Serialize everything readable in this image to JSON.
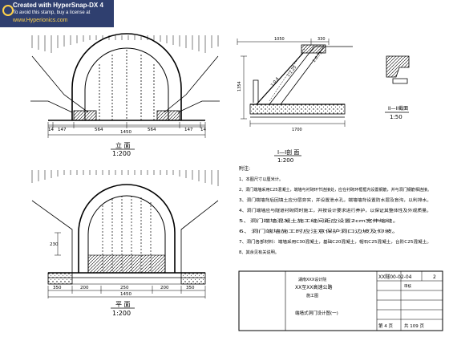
{
  "stamp": {
    "line1": "Created with HyperSnap-DX 4",
    "line2": "To avoid this stamp, buy a license at",
    "line3": "www.Hyperionics.com"
  },
  "elevation": {
    "title": "立 面",
    "scale": "1:200",
    "dims_bottom": [
      "14",
      "147",
      "564",
      "564",
      "147",
      "14"
    ],
    "dim_total": "1450"
  },
  "section": {
    "title": "I—I剖 面",
    "scale": "1:200",
    "dims_top": [
      "1050",
      "330"
    ],
    "dim_left": "1354",
    "dim_bottom": "1700",
    "slopes": [
      "1:0.75",
      "1:1.25",
      "1:0.4"
    ]
  },
  "detail": {
    "title": "II—II截面",
    "scale": "1:50"
  },
  "plan": {
    "title": "平 面",
    "scale": "1:200",
    "dims_bottom": [
      "350",
      "200",
      "250",
      "200",
      "350"
    ],
    "dim_total": "1450",
    "dim_left": "230"
  },
  "notes": {
    "heading": "附注:",
    "items": [
      "1、本图尺寸以厘米计。",
      "2、洞门端墙采用C25混凝土，端墙与衬砌环节连接处，应在衬砌环框框内设置钢筋，并与洞门钢筋相连接。",
      "3、洞门端墙背后回填土应分层夯实，并设置泄水孔，端墙墙背设置防水层及盲沟，以利排水。",
      "4、洞门端墙应与隧道衬砌同时施工，并按设计要求进行养护，以保证其整体性及外观质量。",
      "5、洞门端墙混凝土施工缝间距应设置2cm宽伸缩缝。",
      "6、洞门端墙施工时应注意保护洞口边坡及仰坡。",
      "7、洞门各部材料：端墙采用C30混凝土，基础C20混凝土，帽石C25混凝土，台阶C25混凝土。",
      "8、其余见有关说明。"
    ]
  },
  "title_block": {
    "company_line1": "湖南XXX设计院",
    "company_line2": "XX至XX高速公路",
    "company_line3": "施工图",
    "drawing_name": "端墙式洞门设计图(一)",
    "drawing_no": "XX隧00-02-04",
    "revision": "2",
    "sheet": "第 4 页",
    "total": "共 109 页",
    "chk": "审核"
  }
}
